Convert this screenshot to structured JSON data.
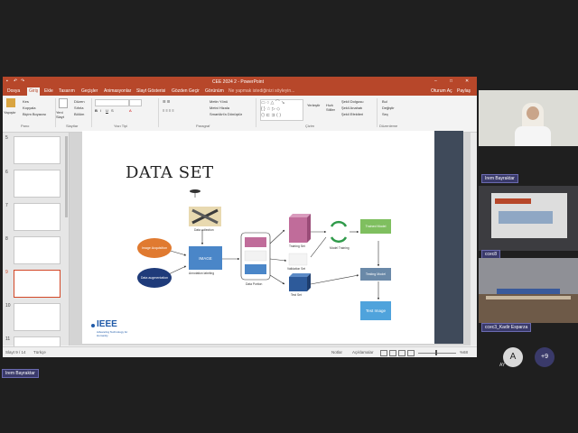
{
  "app": {
    "window_title": "CEE 2024 2 - PowerPoint",
    "search_placeholder": "Ne yapmak istediğinizi söyleyin...",
    "user_name": "Oturum Aç",
    "share_label": "Paylaş"
  },
  "menu": {
    "items": [
      "Dosya",
      "Giriş",
      "Ekle",
      "Tasarım",
      "Geçişler",
      "Animasyonlar",
      "Slayt Gösterisi",
      "Gözden Geçir",
      "Görünüm"
    ]
  },
  "ribbon": {
    "paste": "Yapıştır",
    "cut": "Kes",
    "copy": "Kopyala",
    "format_painter": "Biçim Boyacısı",
    "new_slide": "Yeni Slayt",
    "layout": "Düzen",
    "reset": "Sıfırla",
    "section": "Bölüm",
    "groups": [
      "Pano",
      "Slaytlar",
      "Yazı Tipi",
      "Paragraf",
      "Çizim",
      "Düzenleme"
    ],
    "text_direction": "Metin Yönü",
    "align_text": "Metni Hizala",
    "smartart": "SmartArt'a Dönüştür",
    "arrange": "Yerleştir",
    "quick_styles": "Hızlı Stiller",
    "shape_fill": "Şekil Dolgusu",
    "shape_outline": "Şekil Anahatı",
    "shape_effects": "Şekil Efektleri",
    "find": "Bul",
    "replace": "Değiştir",
    "select": "Seç"
  },
  "thumbnails": [
    5,
    6,
    7,
    8,
    9,
    10,
    11
  ],
  "selected_slide": 9,
  "status": {
    "slide_counter": "Slayt 9 / 14",
    "language": "Türkçe",
    "notes": "Notlar",
    "comments": "Açıklamalar",
    "zoom": "%68"
  },
  "slide": {
    "title": "DATA SET",
    "image_acquisition": "Image Acquisition",
    "data_augmentation": "Data augmentation",
    "data_collection": "Data collection",
    "image_box": "IMAGE",
    "annotation": "Annotation labeling",
    "data_portion": "Data Portion",
    "training_set": "Training Set",
    "validation_set": "Validation Set",
    "test_set": "Test Set",
    "model_training": "Model Training",
    "trained_model": "Trained Model",
    "testing_model": "Testing Model",
    "test_image": "Test Image",
    "ieee_logo": "IEEE",
    "ieee_tagline": "Advancing Technology for Humanity"
  },
  "participants": {
    "presenter_tag": "Irem Bayraktar",
    "cam1_tag": "Irem Bayraktar",
    "cam2_tag": "ccec8",
    "cam3_tag": "ccec3_Kadir Esparza",
    "avatar_initial": "A",
    "avatar_name": "AY",
    "more_count": "+9"
  },
  "colors": {
    "ppt_accent": "#b7472a",
    "slide_blue": "#4a86c8",
    "slide_orange": "#e07a30",
    "slide_navy": "#1f3b7a",
    "slide_pink": "#c06c9a",
    "slide_green": "#7fbf5f",
    "slide_steel": "#6a89a8",
    "slide_dark_panel": "#3f4a5a"
  }
}
